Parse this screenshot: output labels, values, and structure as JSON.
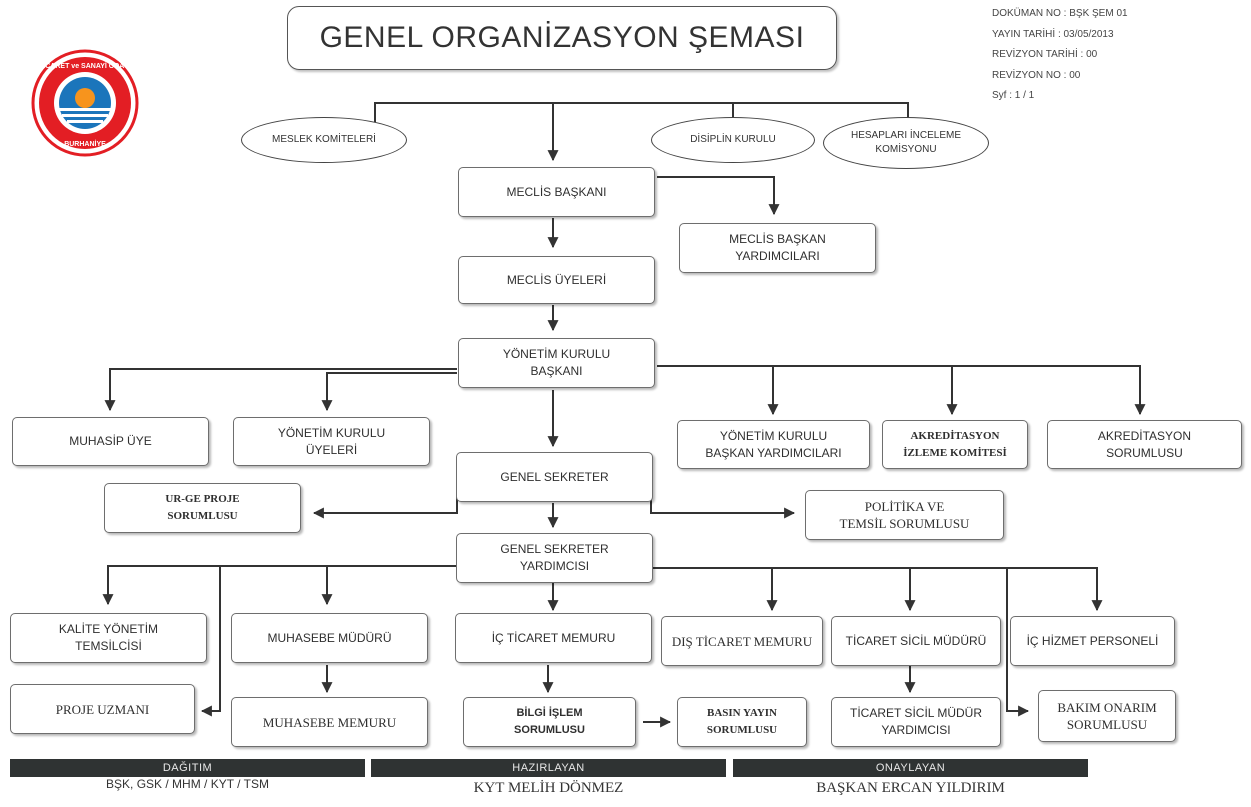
{
  "header": {
    "title": "GENEL ORGANİZASYON ŞEMASI",
    "meta": [
      "DOKÜMAN NO : BŞK ŞEM 01",
      "YAYIN TARİHİ : 03/05/2013",
      "REVİZYON TARİHİ : 00",
      "REVİZYON NO : 00",
      "Syf : 1 / 1"
    ],
    "logo": {
      "top_text": "TİCARET ve SANAYİ ODASI",
      "bottom_text": "BURHANİYE",
      "colors": {
        "ring": "#e31e24",
        "inner": "#1b75bb",
        "sun": "#f7941d"
      }
    }
  },
  "committees": {
    "meslek": "MESLEK KOMİTELERİ",
    "disiplin": "DİSİPLİN KURULU",
    "hesaplar": [
      "HESAPLARI İNCELEME",
      "KOMİSYONU"
    ]
  },
  "boxes": {
    "meclis_baskani": [
      "MECLİS BAŞKANI"
    ],
    "meclis_baskan_yrd": [
      "MECLİS BAŞKAN",
      "YARDIMCILARI"
    ],
    "meclis_uyeleri": [
      "MECLİS ÜYELERİ"
    ],
    "yk_baskani": [
      "YÖNETİM KURULU",
      "BAŞKANI"
    ],
    "muhasip_uye": [
      "MUHASİP ÜYE"
    ],
    "yk_uyeleri": [
      "YÖNETİM KURULU",
      "ÜYELERİ"
    ],
    "yk_baskan_yrd": [
      "YÖNETİM KURULU",
      "BAŞKAN YARDIMCILARI"
    ],
    "akreditasyon_izleme": [
      "AKREDİTASYON",
      "İZLEME KOMİTESİ"
    ],
    "akreditasyon_sorumlusu": [
      "AKREDİTASYON",
      "SORUMLUSU"
    ],
    "genel_sekreter": [
      "GENEL SEKRETER"
    ],
    "urge": [
      "UR-GE PROJE",
      "SORUMLUSU"
    ],
    "politika": [
      "POLİTİKA VE",
      "TEMSİL SORUMLUSU"
    ],
    "gs_yrd": [
      "GENEL SEKRETER",
      "YARDIMCISI"
    ],
    "kalite": [
      "KALİTE YÖNETİM",
      "TEMSİLCİSİ"
    ],
    "muhasebe_muduru": [
      "MUHASEBE MÜDÜRÜ"
    ],
    "ic_ticaret": [
      "İÇ TİCARET MEMURU"
    ],
    "dis_ticaret": [
      "DIŞ TİCARET MEMURU"
    ],
    "sicil_muduru": [
      "TİCARET SİCİL MÜDÜRÜ"
    ],
    "ic_hizmet": [
      "İÇ HİZMET PERSONELİ"
    ],
    "proje_uzmani": [
      "PROJE UZMANI"
    ],
    "muhasebe_memuru": [
      "MUHASEBE MEMURU"
    ],
    "bilgi_islem": [
      "BİLGİ İŞLEM",
      "SORUMLUSU"
    ],
    "basin_yayin": [
      "BASIN YAYIN",
      "SORUMLUSU"
    ],
    "sicil_mudur_yrd": [
      "TİCARET SİCİL MÜDÜR",
      "YARDIMCISI"
    ],
    "bakim_onarim": [
      "BAKIM ONARIM",
      "SORUMLUSU"
    ]
  },
  "footer": {
    "dagitim_label": "DAĞITIM",
    "dagitim_value": "BŞK, GSK / MHM / KYT / TSM",
    "hazirlayan_label": "HAZIRLAYAN",
    "hazirlayan_value": "KYT MELİH DÖNMEZ",
    "onaylayan_label": "ONAYLAYAN",
    "onaylayan_value": "BAŞKAN ERCAN YILDIRIM",
    "bar_color": "#2f3333"
  }
}
